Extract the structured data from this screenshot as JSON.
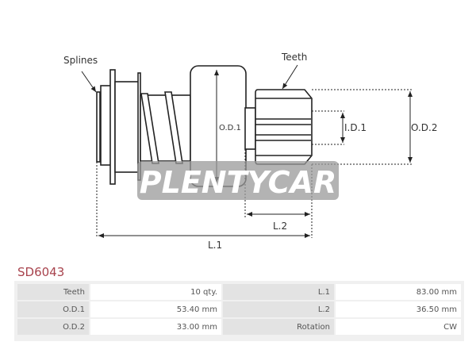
{
  "diagram": {
    "labels": {
      "splines": "Splines",
      "teeth": "Teeth",
      "od1": "O.D.1",
      "od2": "O.D.2",
      "id1": "I.D.1",
      "l1": "L.1",
      "l2": "L.2"
    },
    "watermark": "PLENTYCAR"
  },
  "part_number": "SD6043",
  "specs": [
    {
      "k1": "Teeth",
      "v1": "10 qty.",
      "k2": "L.1",
      "v2": "83.00 mm"
    },
    {
      "k1": "O.D.1",
      "v1": "53.40 mm",
      "k2": "L.2",
      "v2": "36.50 mm"
    },
    {
      "k1": "O.D.2",
      "v1": "33.00 mm",
      "k2": "Rotation",
      "v2": "CW"
    }
  ]
}
